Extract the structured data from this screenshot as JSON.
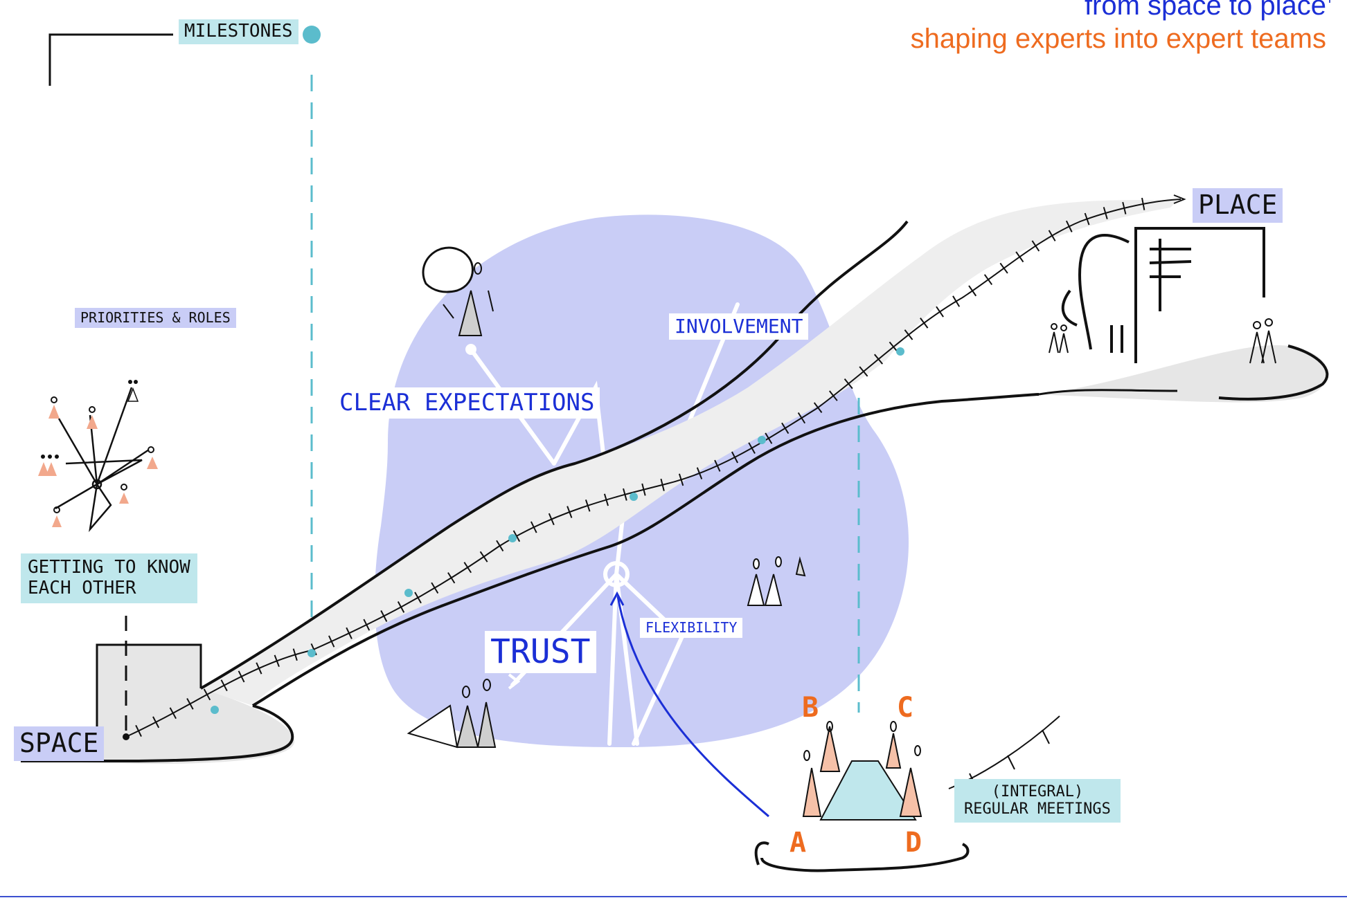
{
  "header": {
    "title_line1": "from space to place",
    "title_line2": "shaping experts into expert teams",
    "title_line1_color": "#1b2fd6",
    "title_line2_color": "#ee6b1f"
  },
  "legend": {
    "milestones_label": "MILESTONES"
  },
  "labels": {
    "space": "SPACE",
    "place": "PLACE",
    "priorities_roles": "PRIORITIES & ROLES",
    "getting_to_know_line1": "GETTING TO KNOW",
    "getting_to_know_line2": "EACH  OTHER",
    "clear_expectations": "CLEAR EXPECTATIONS",
    "involvement": "INVOLVEMENT",
    "trust": "TRUST",
    "flexibility": "FLEXIBILITY",
    "integral_line1": "(INTEGRAL)",
    "integral_line2": "REGULAR MEETINGS"
  },
  "team_letters": {
    "a": "A",
    "b": "B",
    "c": "C",
    "d": "D"
  },
  "colors": {
    "milestone_dot": "#5bbccc",
    "bubble": "#c9cdf6",
    "highlight_cyan": "#bfe7ec",
    "accent_orange": "#ee6b1f",
    "accent_blue": "#1b2fd6",
    "path_fill": "#ececec"
  },
  "icons": [
    "milestone-dot",
    "person-icon",
    "network-icon",
    "meeting-table-icon",
    "building-icon"
  ]
}
